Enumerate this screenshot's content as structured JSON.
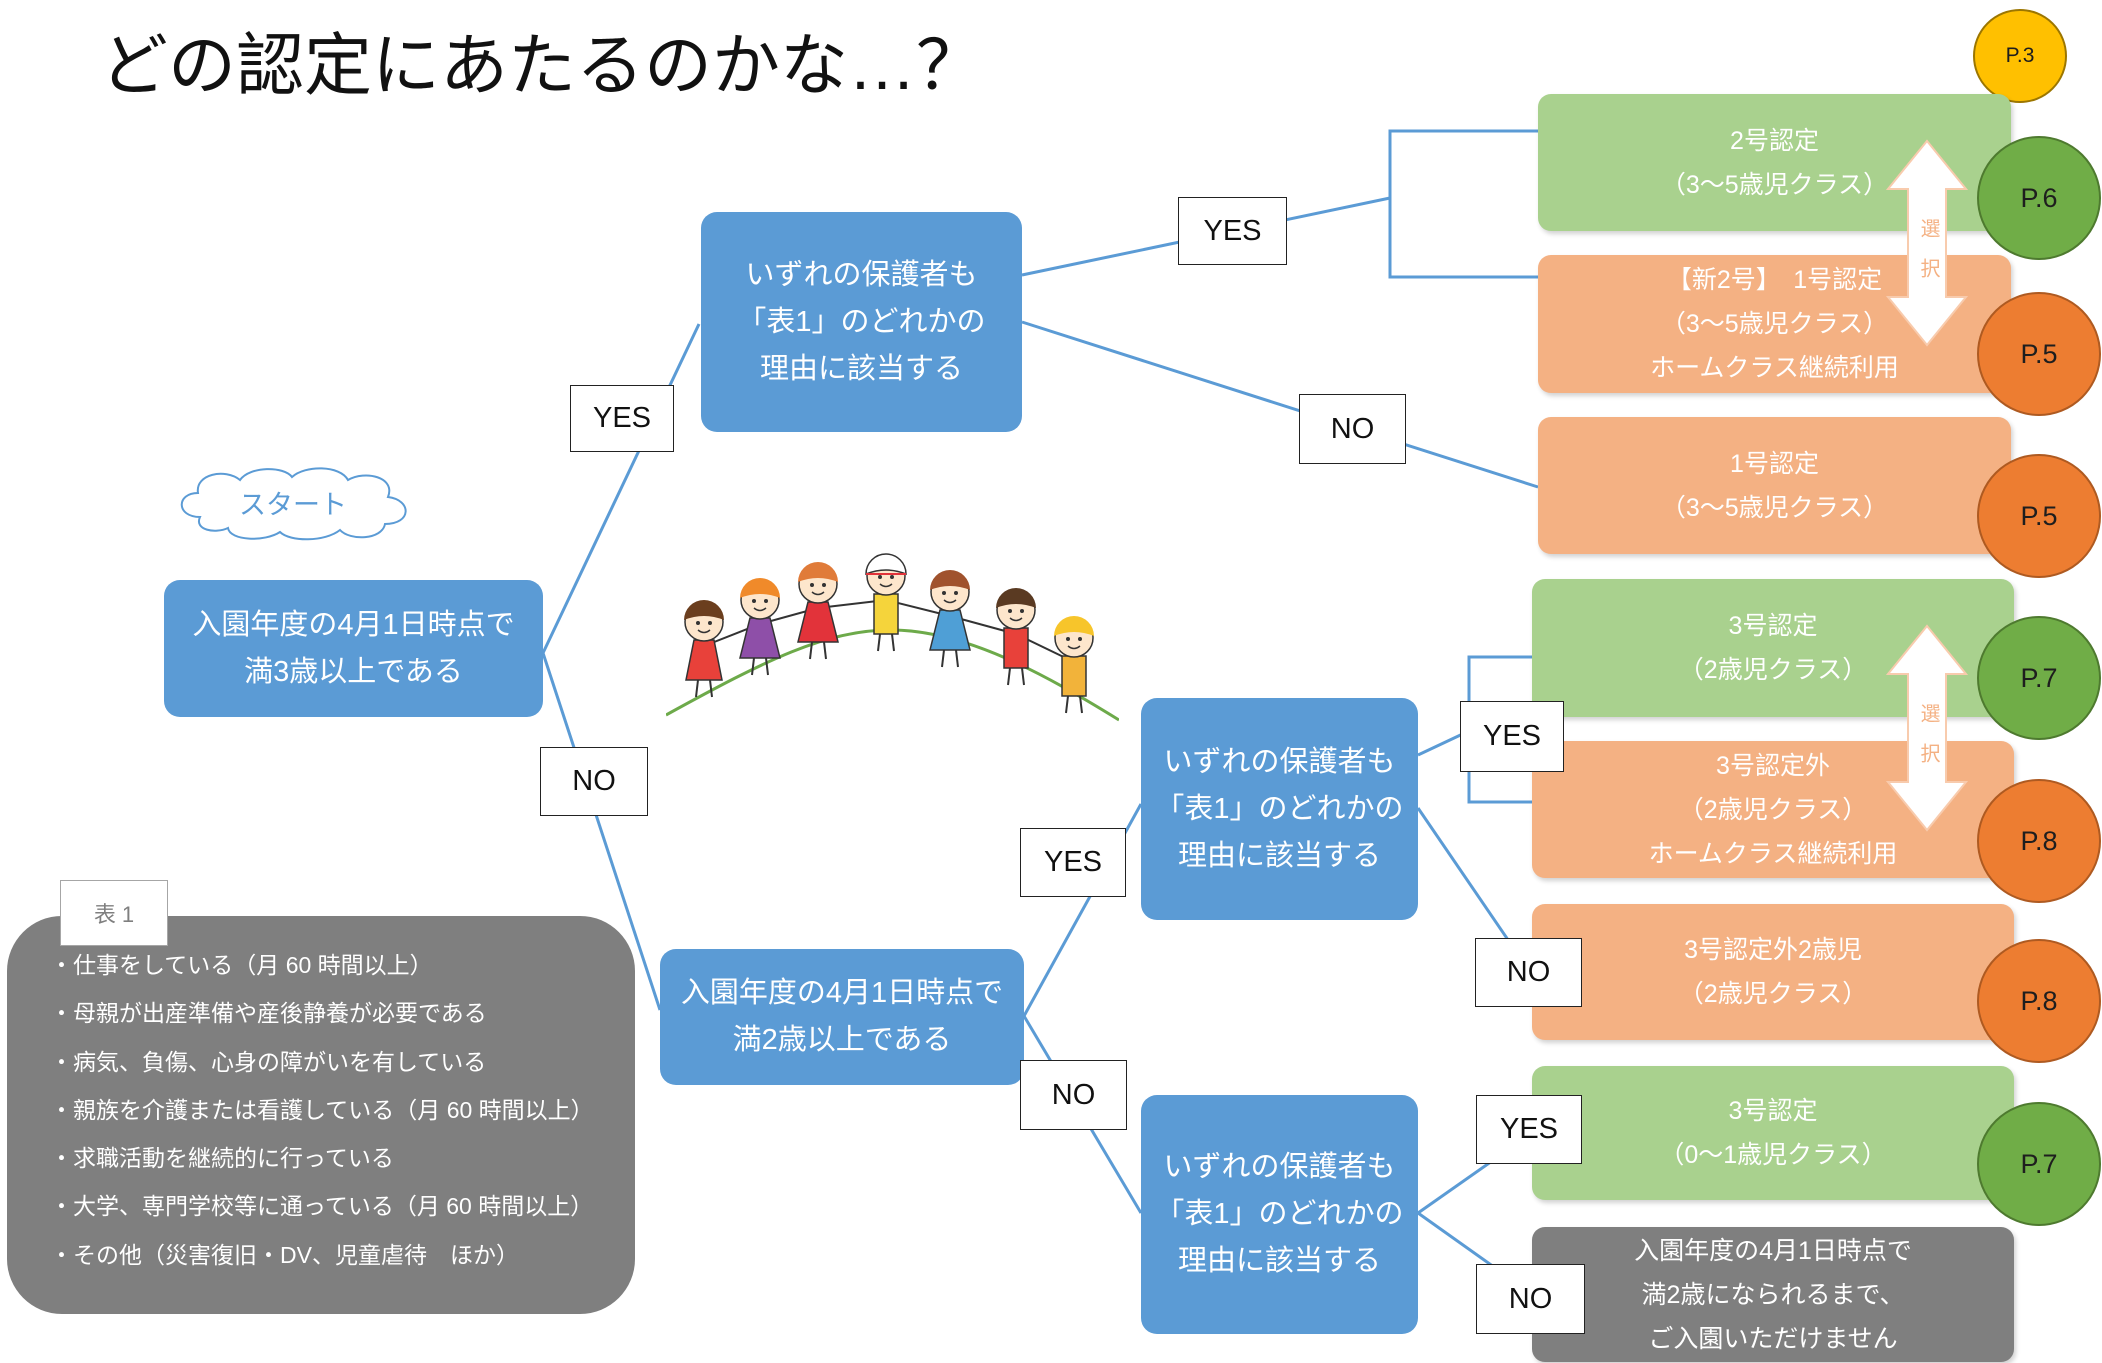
{
  "title": "どの認定にあたるのかな…？",
  "header_page": "P.3",
  "start_label": "スタート",
  "questions": {
    "age3": [
      "入園年度の4月1日時点で",
      "満3歳以上である"
    ],
    "reason_age3": [
      "いずれの保護者も",
      "「表1」のどれかの",
      "理由に該当する"
    ],
    "age2": [
      "入園年度の4月1日時点で",
      "満2歳以上である"
    ],
    "reason_age2": [
      "いずれの保護者も",
      "「表1」のどれかの",
      "理由に該当する"
    ],
    "reason_under2": [
      "いずれの保護者も",
      "「表1」のどれかの",
      "理由に該当する"
    ]
  },
  "answers": {
    "yes": "YES",
    "no": "NO"
  },
  "results": [
    {
      "lines": [
        "2号認定",
        "（3〜5歳児クラス）"
      ],
      "page": "P.6",
      "color": "#A9D18E",
      "page_color": "#70AD47"
    },
    {
      "lines": [
        "【新2号】　1号認定",
        "（3〜5歳児クラス）",
        "ホームクラス継続利用"
      ],
      "page": "P.5",
      "color": "#F4B183",
      "page_color": "#ED7D31"
    },
    {
      "lines": [
        "1号認定",
        "（3〜5歳児クラス）"
      ],
      "page": "P.5",
      "color": "#F4B183",
      "page_color": "#ED7D31"
    },
    {
      "lines": [
        "3号認定",
        "（2歳児クラス）"
      ],
      "page": "P.7",
      "color": "#A9D18E",
      "page_color": "#70AD47"
    },
    {
      "lines": [
        "3号認定外",
        "（2歳児クラス）",
        "ホームクラス継続利用"
      ],
      "page": "P.8",
      "color": "#F4B183",
      "page_color": "#ED7D31"
    },
    {
      "lines": [
        "3号認定外2歳児",
        "（2歳児クラス）"
      ],
      "page": "P.8",
      "color": "#F4B183",
      "page_color": "#ED7D31"
    },
    {
      "lines": [
        "3号認定",
        "（0〜1歳児クラス）"
      ],
      "page": "P.7",
      "color": "#A9D18E",
      "page_color": "#70AD47"
    },
    {
      "lines": [
        "入園年度の4月1日時点で",
        "満2歳になられるまで、",
        "ご入園いただけません"
      ],
      "color": "#7F7F7F"
    }
  ],
  "select_label": "選択",
  "table1": {
    "tab": "表 1",
    "items": [
      "・仕事をしている（月 60 時間以上）",
      "・母親が出産準備や産後静養が必要である",
      "・病気、負傷、心身の障がいを有している",
      "・親族を介護または看護している（月 60 時間以上）",
      "・求職活動を継続的に行っている",
      "・大学、専門学校等に通っている（月 60 時間以上）",
      "・その他（災害復旧・DV、児童虐待　ほか）"
    ]
  },
  "colors": {
    "question": "#5B9BD5",
    "connector": "#5B9BD5",
    "header_page": "#FFC000",
    "table_box": "#7F7F7F"
  }
}
